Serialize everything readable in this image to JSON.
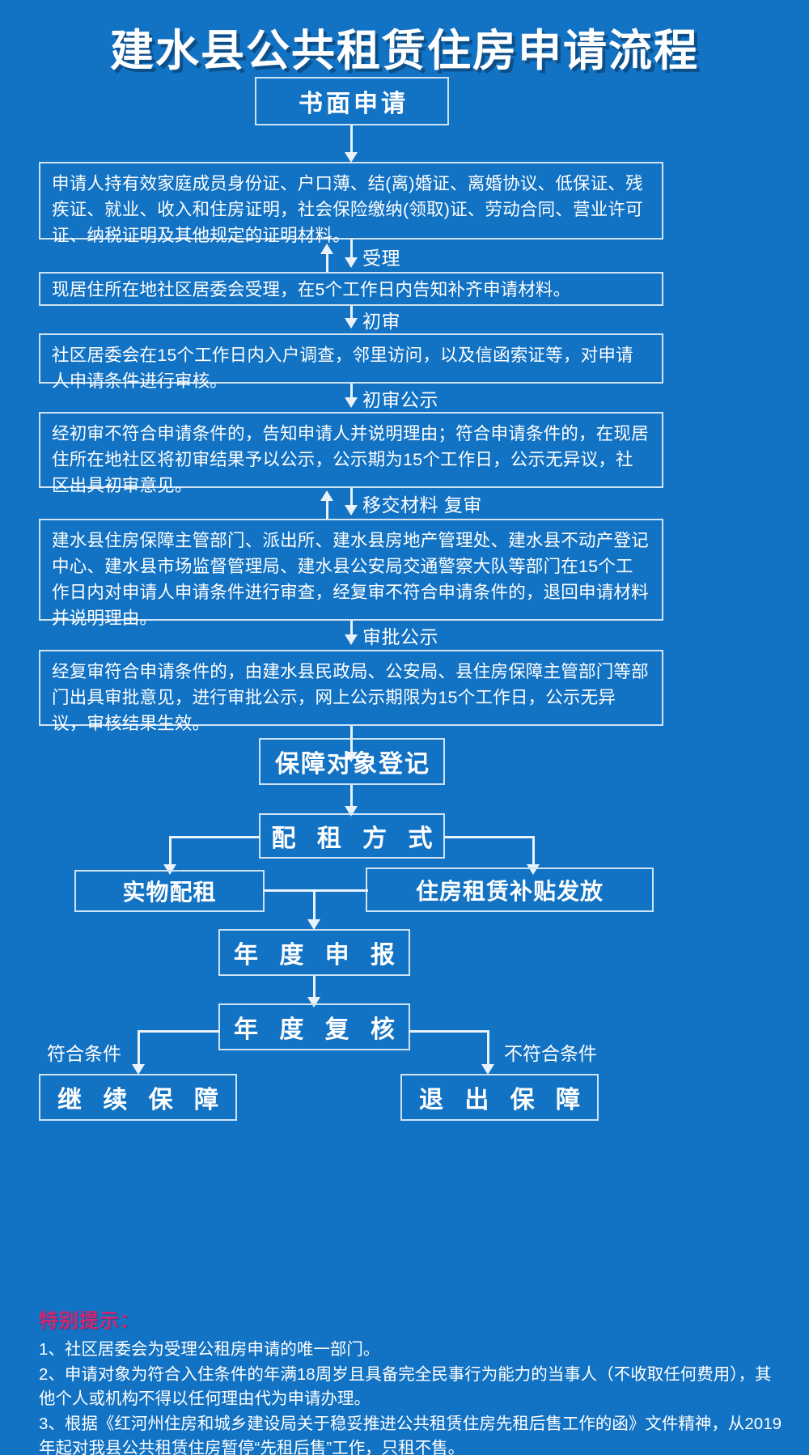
{
  "title": "建水县公共租赁住房申请流程",
  "flow": {
    "start": "书面申请",
    "materials": "申请人持有效家庭成员身份证、户口薄、结(离)婚证、离婚协议、低保证、残疾证、就业、收入和住房证明，社会保险缴纳(领取)证、劳动合同、营业许可证、纳税证明及其他规定的证明材料。",
    "edge_accept": "受理",
    "accept": "现居住所在地社区居委会受理，在5个工作日内告知补齐申请材料。",
    "edge_first_review": "初审",
    "first_review": "社区居委会在15个工作日内入户调查，邻里访问，以及信函索证等，对申请人申请条件进行审核。",
    "edge_first_publicity": "初审公示",
    "first_publicity": "经初审不符合申请条件的，告知申请人并说明理由；符合申请条件的，在现居住所在地社区将初审结果予以公示，公示期为15个工作日，公示无异议，社区出具初审意见。",
    "edge_transfer_recheck": "移交材料 复审",
    "recheck": "建水县住房保障主管部门、派出所、建水县房地产管理处、建水县不动产登记中心、建水县市场监督管理局、建水县公安局交通警察大队等部门在15个工作日内对申请人申请条件进行审查，经复审不符合申请条件的，退回申请材料并说明理由。",
    "edge_approval_publicity": "审批公示",
    "approval_publicity": "经复审符合申请条件的，由建水县民政局、公安局、县住房保障主管部门等部门出具审批意见，进行审批公示，网上公示期限为15个工作日，公示无异议，审核结果生效。",
    "registration": "保障对象登记",
    "allocation_mode": "配 租 方 式",
    "allocation_physical": "实物配租",
    "allocation_subsidy": "住房租赁补贴发放",
    "annual_declaration": "年 度 申 报",
    "annual_recheck": "年 度 复 核",
    "branch_qualified": "符合条件",
    "branch_unqualified": "不符合条件",
    "outcome_continue": "继 续 保 障",
    "outcome_exit": "退 出 保 障"
  },
  "notes": {
    "heading": "特别提示：",
    "items": [
      "1、社区居委会为受理公租房申请的唯一部门。",
      "2、申请对象为符合入住条件的年满18周岁且具备完全民事行为能力的当事人（不收取任何费用），其他个人或机构不得以任何理由代为申请办理。",
      "3、根据《红河州住房和城乡建设局关于稳妥推进公共租赁住房先租后售工作的函》文件精神，从2019年起对我县公共租赁住房暂停“先租后售”工作，只租不售。"
    ]
  },
  "colors": {
    "background": "#1272c4",
    "line": "#eaf3fb",
    "box_border": "#cfe3f5",
    "text": "#ffffff",
    "notes_heading": "#d6246e"
  }
}
